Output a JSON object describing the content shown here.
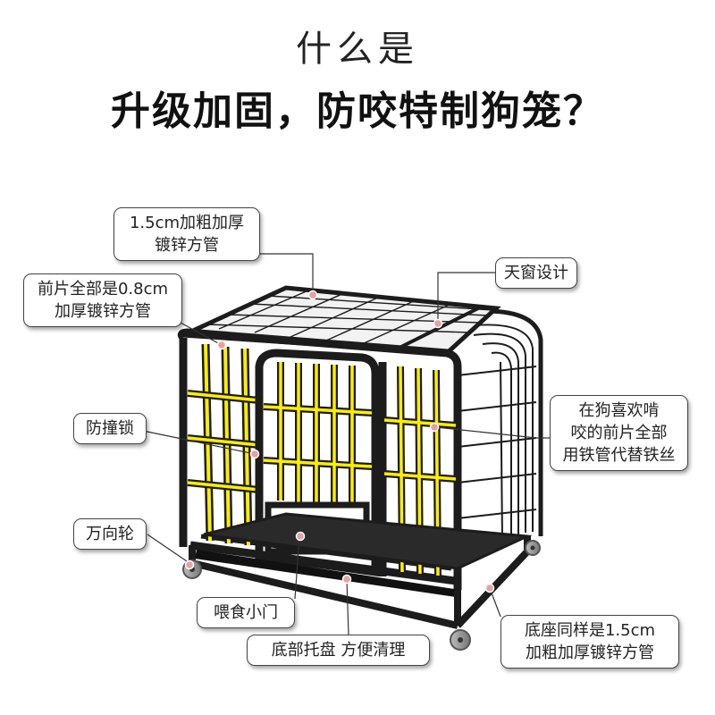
{
  "header": {
    "subtitle": "什么是",
    "headline": "升级加固，防咬特制狗笼？"
  },
  "callouts": {
    "frame_tube": {
      "line1": "1.5cm加粗加厚",
      "line2": "镀锌方管"
    },
    "front_panel": {
      "line1": "前片全部是0.8cm",
      "line2": "加厚镀锌方管"
    },
    "skylight": {
      "line1": "天窗设计"
    },
    "bite_proof": {
      "line1": "在狗喜欢啃",
      "line2": "咬的前片全部",
      "line3": "用铁管代替铁丝"
    },
    "lock": {
      "line1": "防撞锁"
    },
    "wheel": {
      "line1": "万向轮"
    },
    "feeding_door": {
      "line1": "喂食小门"
    },
    "tray": {
      "line1": "底部托盘  方便清理"
    },
    "base": {
      "line1": "底座同样是1.5cm",
      "line2": "加粗加厚镀锌方管"
    }
  },
  "colors": {
    "frame": "#1c1c1c",
    "tube_accent": "#ffee00",
    "marker": "#e8a0a0"
  }
}
